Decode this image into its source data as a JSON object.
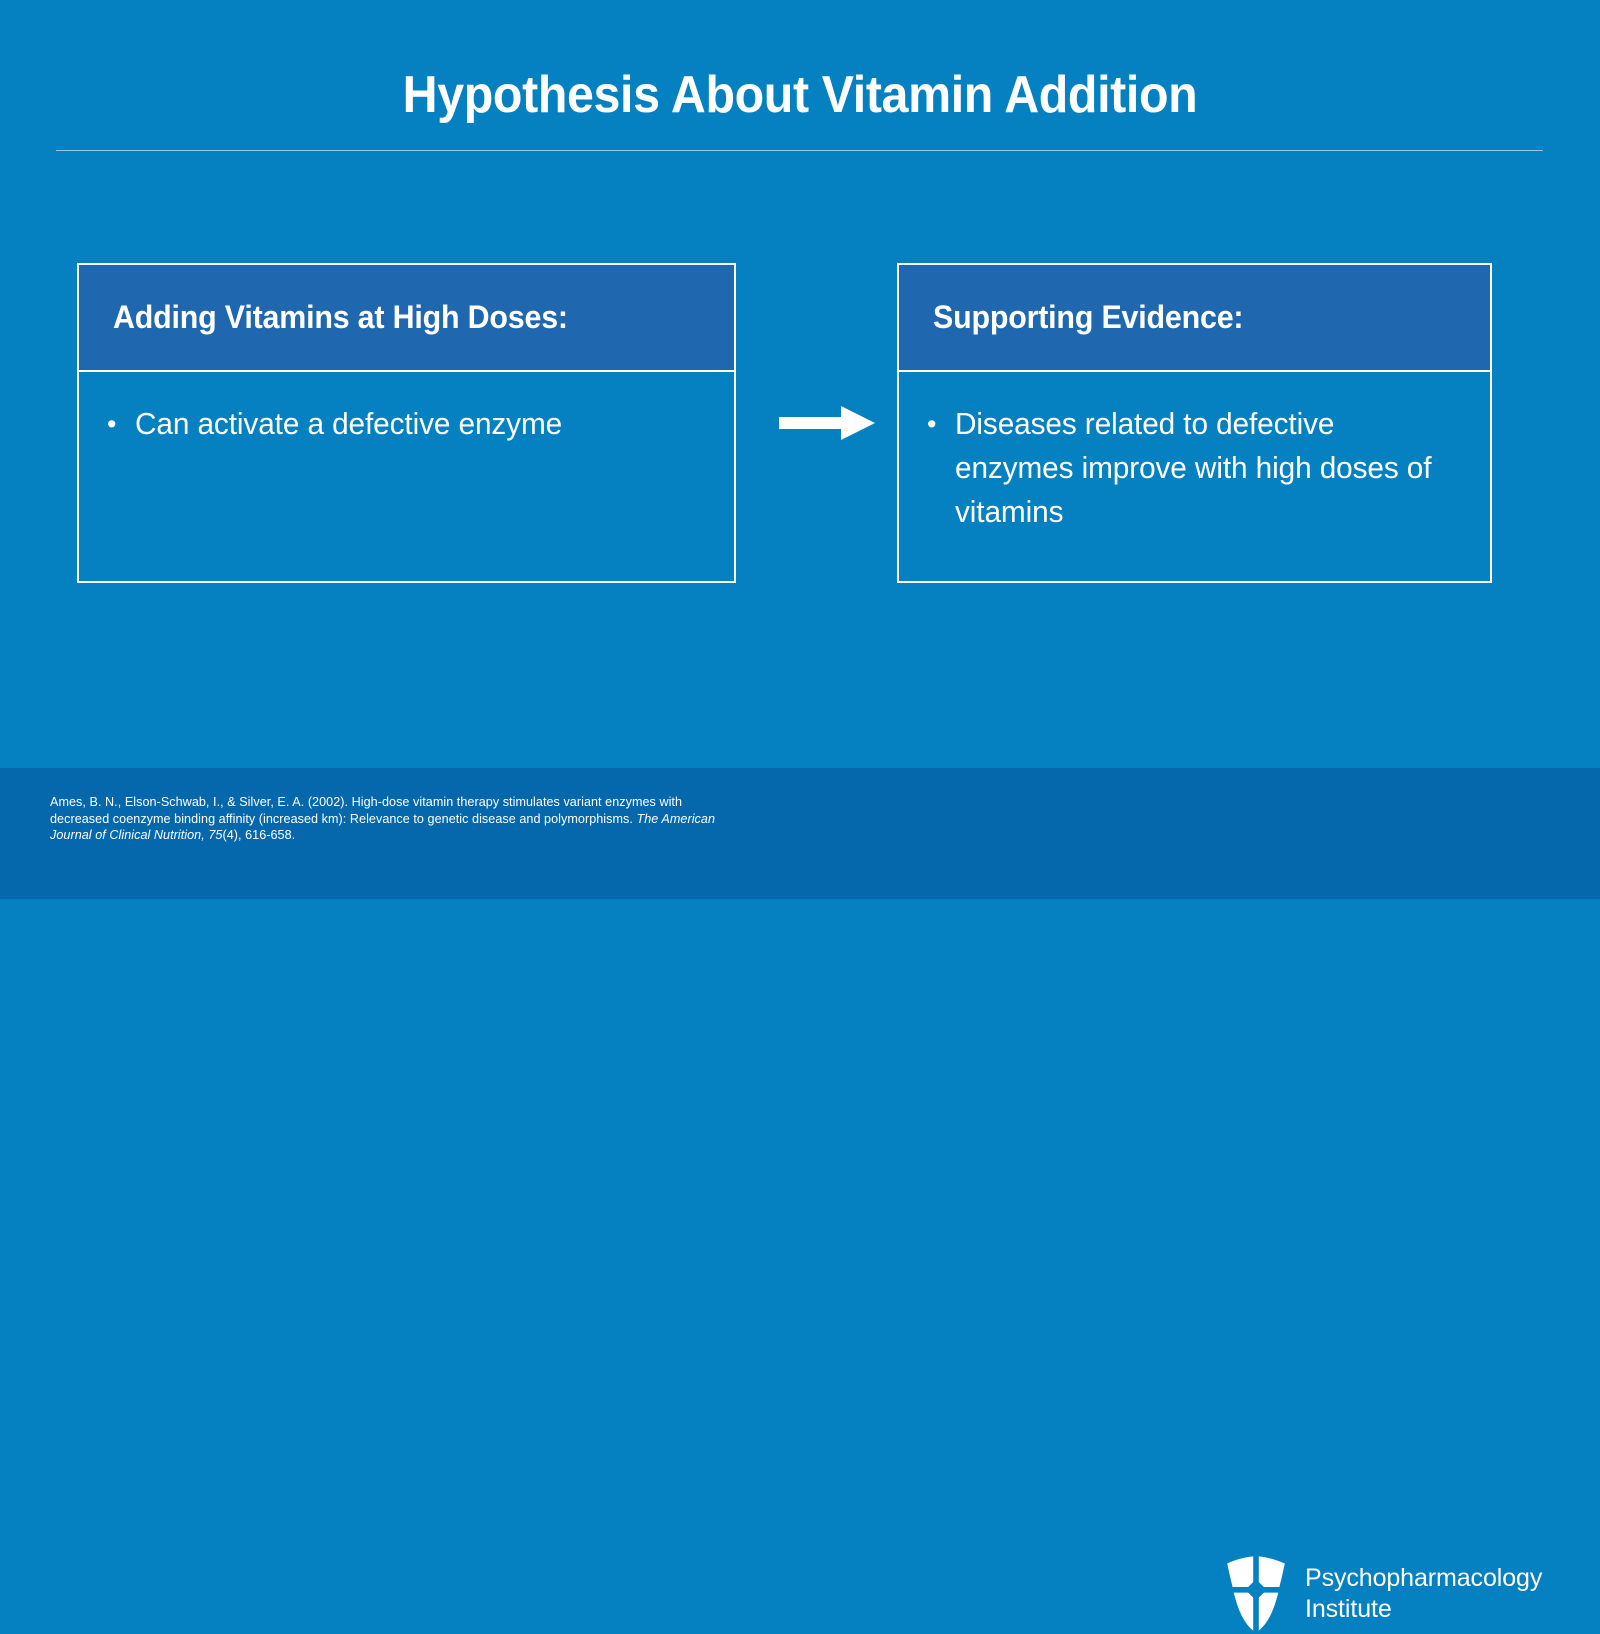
{
  "slide": {
    "title": "Hypothesis About Vitamin Addition",
    "background_color": "#0581c2",
    "footer_color": "#0568ad",
    "header_band_color": "#1f68b0",
    "accent_color": "#ffffff"
  },
  "boxes": [
    {
      "header": "Adding Vitamins at High Doses:",
      "bullets": [
        {
          "marker": "•",
          "text": "Can activate a defective enzyme"
        }
      ]
    },
    {
      "header": "Supporting Evidence:",
      "bullets": [
        {
          "marker": "•",
          "text": "Diseases related to defective enzymes improve with high doses of vitamins"
        }
      ]
    }
  ],
  "connector": {
    "icon": "right-arrow-icon",
    "direction": "right"
  },
  "footer": {
    "citation": {
      "part1": "Ames, B. N., Elson-Schwab, I., & Silver, E. A. (2002). High-dose vitamin therapy stimulates variant enzymes with decreased coenzyme binding affinity (increased km): Relevance to genetic disease and polymorphisms. ",
      "journal": "The American Journal of Clinical Nutrition, 75",
      "part2": "(4), 616-658."
    },
    "logo": {
      "mark": "shield-icon",
      "name_line1": "Psychopharmacology",
      "name_line2": "Institute"
    }
  }
}
